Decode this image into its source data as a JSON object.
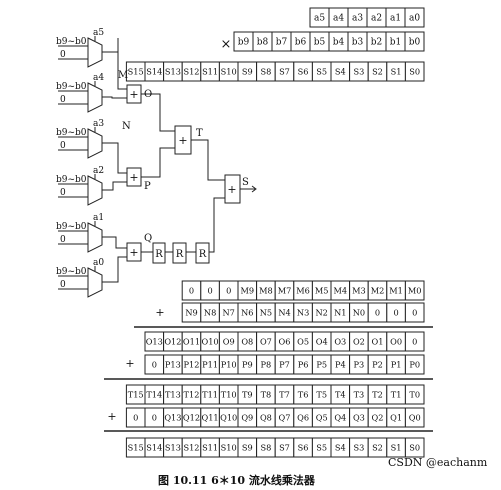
{
  "multiplicand": [
    "a5",
    "a4",
    "a3",
    "a2",
    "a1",
    "a0"
  ],
  "times_symbol": "×",
  "multiplier": [
    "b9",
    "b8",
    "b7",
    "b6",
    "b5",
    "b4",
    "b3",
    "b2",
    "b1",
    "b0"
  ],
  "sum_row_top": [
    "S15",
    "S14",
    "S13",
    "S12",
    "S11",
    "S10",
    "S9",
    "S8",
    "S7",
    "S6",
    "S5",
    "S4",
    "S3",
    "S2",
    "S1",
    "S0"
  ],
  "mux_input_label": "b9~b0",
  "mux_zero_label": "0",
  "mux_select_labels": [
    "a5",
    "a4",
    "a3",
    "a2",
    "a1",
    "a0"
  ],
  "signal_labels": {
    "m": "M",
    "n": "N",
    "o": "O",
    "p": "P",
    "t": "T",
    "s": "S",
    "q": "Q"
  },
  "adder_symbol": "+",
  "register_label": "R",
  "plus_sign": "+",
  "rows": {
    "m_row": [
      "0",
      "0",
      "0",
      "M9",
      "M8",
      "M7",
      "M6",
      "M5",
      "M4",
      "M3",
      "M2",
      "M1",
      "M0"
    ],
    "n_row": [
      "N9",
      "N8",
      "N7",
      "N6",
      "N5",
      "N4",
      "N3",
      "N2",
      "N1",
      "N0",
      "0",
      "0",
      "0"
    ],
    "o_row": [
      "O13",
      "O12",
      "O11",
      "O10",
      "O9",
      "O8",
      "O7",
      "O6",
      "O5",
      "O4",
      "O3",
      "O2",
      "O1",
      "O0",
      "0"
    ],
    "p_row": [
      "0",
      "P13",
      "P12",
      "P11",
      "P10",
      "P9",
      "P8",
      "P7",
      "P6",
      "P5",
      "P4",
      "P3",
      "P2",
      "P1",
      "P0"
    ],
    "t_row": [
      "T15",
      "T14",
      "T13",
      "T12",
      "T11",
      "T10",
      "T9",
      "T8",
      "T7",
      "T6",
      "T5",
      "T4",
      "T3",
      "T2",
      "T1",
      "T0"
    ],
    "q_row": [
      "0",
      "0",
      "Q13",
      "Q12",
      "Q11",
      "Q10",
      "Q9",
      "Q8",
      "Q7",
      "Q6",
      "Q5",
      "Q4",
      "Q3",
      "Q2",
      "Q1",
      "Q0"
    ],
    "s_row": [
      "S15",
      "S14",
      "S13",
      "S12",
      "S11",
      "S10",
      "S9",
      "S8",
      "S7",
      "S6",
      "S5",
      "S4",
      "S3",
      "S2",
      "S1",
      "S0"
    ]
  },
  "caption": "图 10.11   6＊10 流水线乘法器",
  "watermark": "CSDN @eachanm"
}
